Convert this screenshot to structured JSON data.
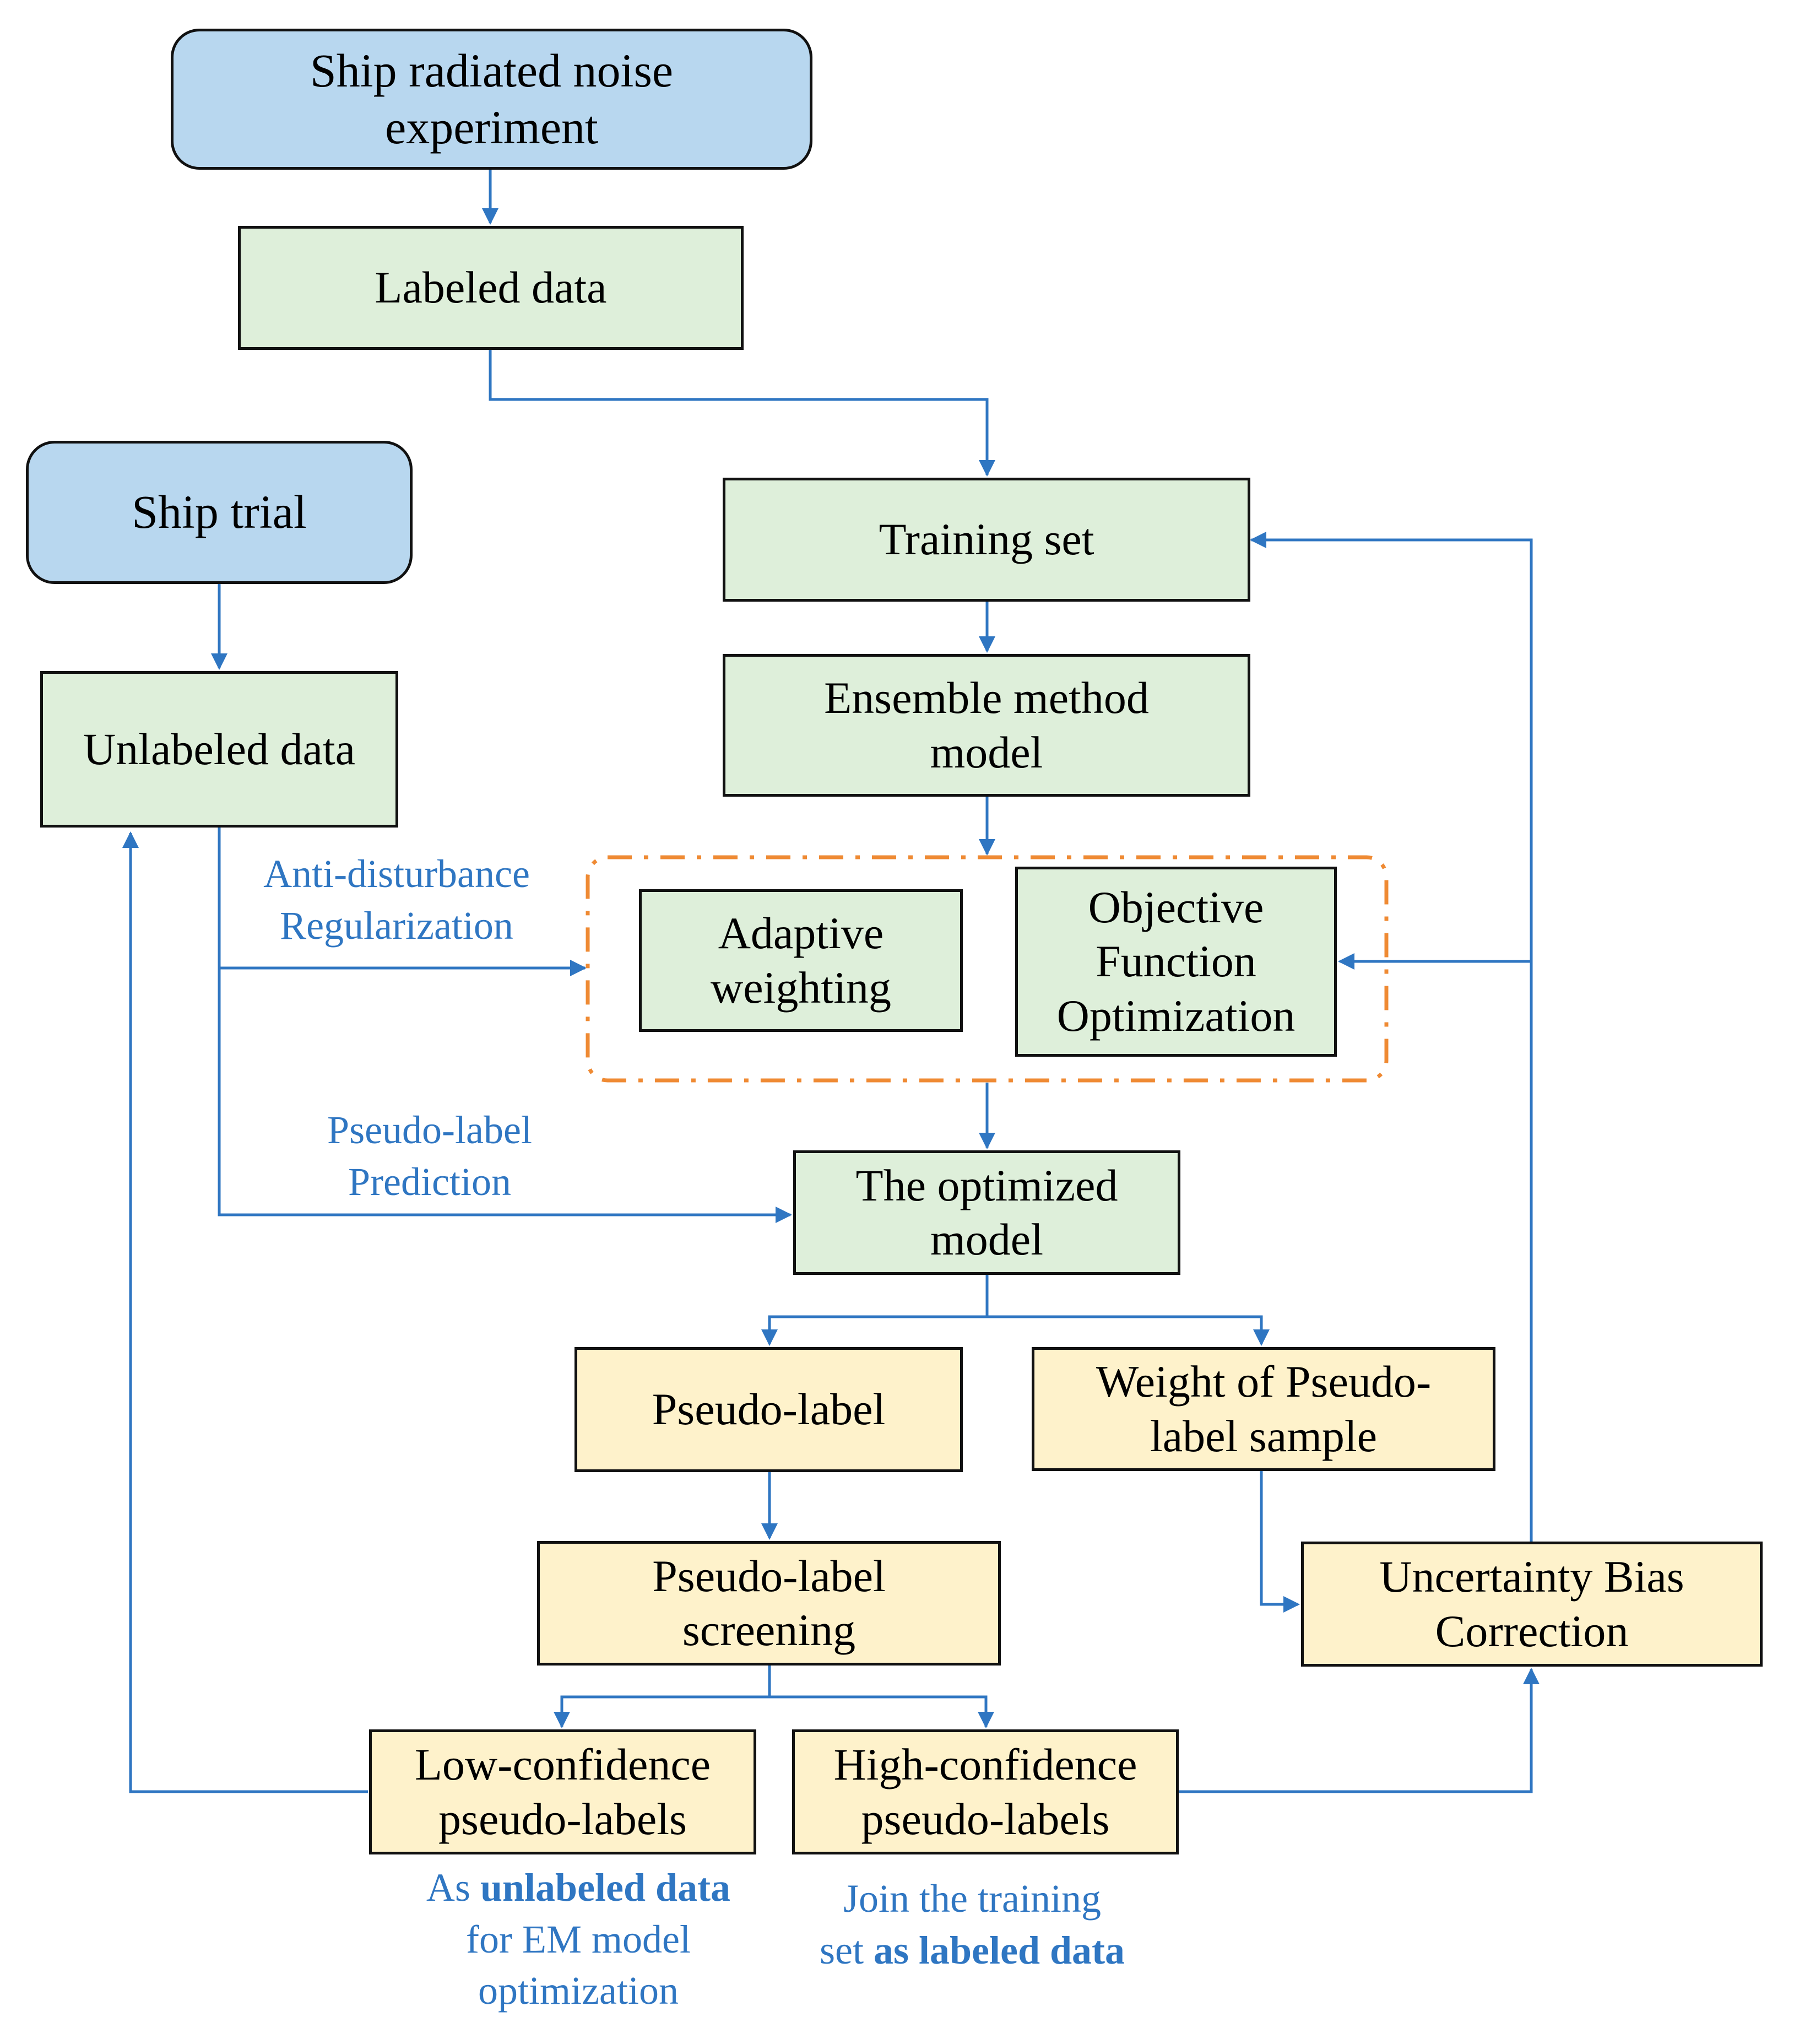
{
  "nodes": {
    "ship_noise_experiment": "Ship radiated noise\nexperiment",
    "labeled_data": "Labeled data",
    "ship_trial": "Ship trial",
    "training_set": "Training set",
    "unlabeled_data": "Unlabeled data",
    "ensemble_model": "Ensemble method\nmodel",
    "adaptive_weighting": "Adaptive\nweighting",
    "objective_function": "Objective\nFunction\nOptimization",
    "optimized_model": "The optimized\nmodel",
    "pseudo_label": "Pseudo-label",
    "weight_pseudo_label": "Weight of Pseudo-\nlabel sample",
    "pseudo_label_screening": "Pseudo-label\nscreening",
    "uncertainty_bias": "Uncertainty Bias\nCorrection",
    "low_confidence": "Low-confidence\npseudo-labels",
    "high_confidence": "High-confidence\npseudo-labels"
  },
  "edge_labels": {
    "anti_disturbance_1": "Anti-disturbance",
    "anti_disturbance_2": "Regularization",
    "pseudo_pred_1": "Pseudo-label",
    "pseudo_pred_2": "Prediction"
  },
  "notes": {
    "low_conf_pre": "As ",
    "low_conf_bold": "unlabeled data",
    "low_conf_line2": "for EM model",
    "low_conf_line3": "optimization",
    "high_conf_line1": "Join the training",
    "high_conf_pre": "set ",
    "high_conf_bold": "as labeled data"
  },
  "colors": {
    "blue_fill": "#b8d7ef",
    "green_fill": "#deefda",
    "yellow_fill": "#fef2cb",
    "arrow": "#2f76c2",
    "dashed_border": "#ef8a33"
  }
}
